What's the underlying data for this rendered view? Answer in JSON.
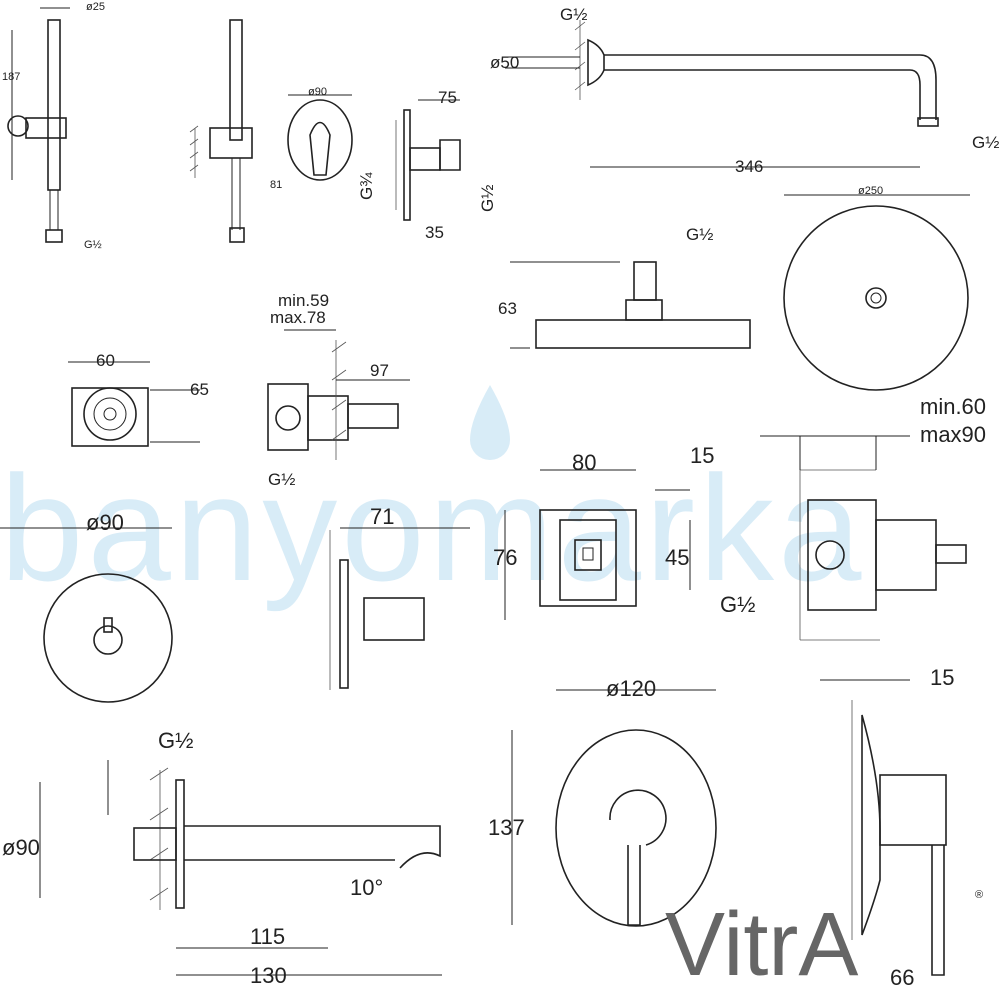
{
  "watermark": "banyomarka",
  "logo": "VitrA",
  "logo_mark": "®",
  "hand_shower": {
    "diameter": "ø25",
    "height": "187",
    "thread": "G½",
    "bracket": "81"
  },
  "wall_outlet": {
    "flange": "ø90",
    "depth": "75",
    "thread_in": "G¾",
    "thread_out": "G½",
    "offset": "35"
  },
  "shower_arm": {
    "thread_top": "G½",
    "flange": "ø50",
    "length": "346",
    "thread_end": "G½"
  },
  "head_shower": {
    "thread": "G½",
    "height": "63",
    "diameter": "ø250"
  },
  "diverter_box": {
    "width": "60",
    "height": "65",
    "depth_min": "min.59",
    "depth_max": "max.78",
    "projection": "97",
    "thread": "G½"
  },
  "thermostatic_box": {
    "width": "80",
    "offset": "15",
    "height": "76",
    "center": "45",
    "thread": "G½",
    "depth_min": "min.60",
    "depth_max": "max90"
  },
  "diverter_trim": {
    "diameter": "ø90",
    "depth": "71"
  },
  "spout": {
    "thread": "G½",
    "flange": "ø90",
    "length_a": "115",
    "length_b": "130",
    "angle": "10°"
  },
  "mixer_trim": {
    "diameter": "ø120",
    "height": "137",
    "offset": "15",
    "depth": "66"
  }
}
